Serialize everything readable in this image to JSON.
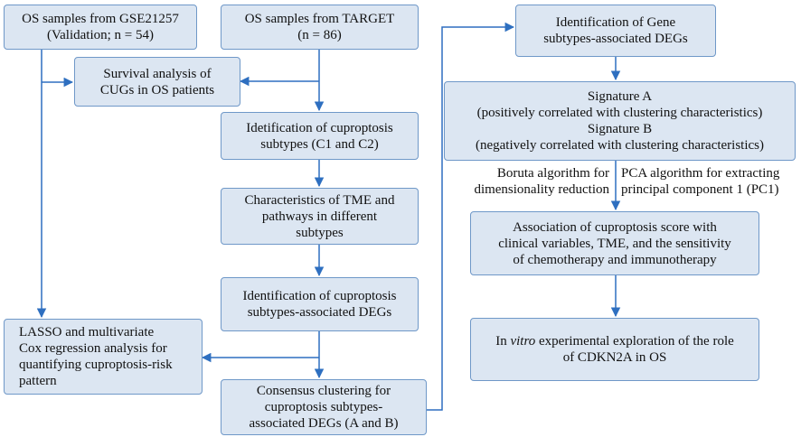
{
  "boxes": {
    "gse21257": {
      "lines": [
        "OS samples from GSE21257",
        "(Validation; n = 54)"
      ]
    },
    "target": {
      "lines": [
        "OS samples from TARGET",
        "(n = 86)"
      ]
    },
    "survival": {
      "lines": [
        "Survival analysis of",
        "CUGs in OS patients"
      ]
    },
    "cuproptosis_subtypes": {
      "lines": [
        "Idetification of cuproptosis",
        "subtypes (C1 and C2)"
      ]
    },
    "tme_characteristics": {
      "lines": [
        "Characteristics of  TME and",
        "pathways in different",
        "subtypes"
      ]
    },
    "subtype_degs": {
      "lines": [
        "Identification of cuproptosis",
        "subtypes-associated DEGs"
      ]
    },
    "lasso": {
      "lines": [
        "LASSO and multivariate",
        "Cox regression analysis for",
        "quantifying cuproptosis-risk",
        "pattern"
      ]
    },
    "consensus": {
      "lines": [
        "Consensus clustering for",
        "cuproptosis subtypes-",
        "associated DEGs (A and B)"
      ]
    },
    "gene_subtype_degs": {
      "lines": [
        "Identification of Gene",
        "subtypes-associated DEGs"
      ]
    },
    "signatures": {
      "lines": [
        "Signature A",
        "(positively correlated with clustering characteristics)",
        "Signature B",
        "(negatively correlated with clustering characteristics)"
      ]
    },
    "association": {
      "lines": [
        "Association of cuproptosis score with",
        "clinical variables, TME, and the sensitivity",
        "of chemotherapy and immunotherapy"
      ]
    },
    "in_vitro": {
      "line1_prefix": "In ",
      "line1_italic": "vitro",
      "line1_suffix": " experimental exploration of the role",
      "line2": "of CDKN2A in OS"
    }
  },
  "labels": {
    "boruta": {
      "lines": [
        "Boruta algorithm for",
        "dimensionality reduction"
      ]
    },
    "pca": {
      "lines": [
        "PCA algorithm for extracting",
        "principal component 1 (PC1)"
      ]
    }
  },
  "colors": {
    "box_fill": "#dce6f2",
    "box_border": "#6f98c8",
    "arrow": "#2e6fc0"
  }
}
